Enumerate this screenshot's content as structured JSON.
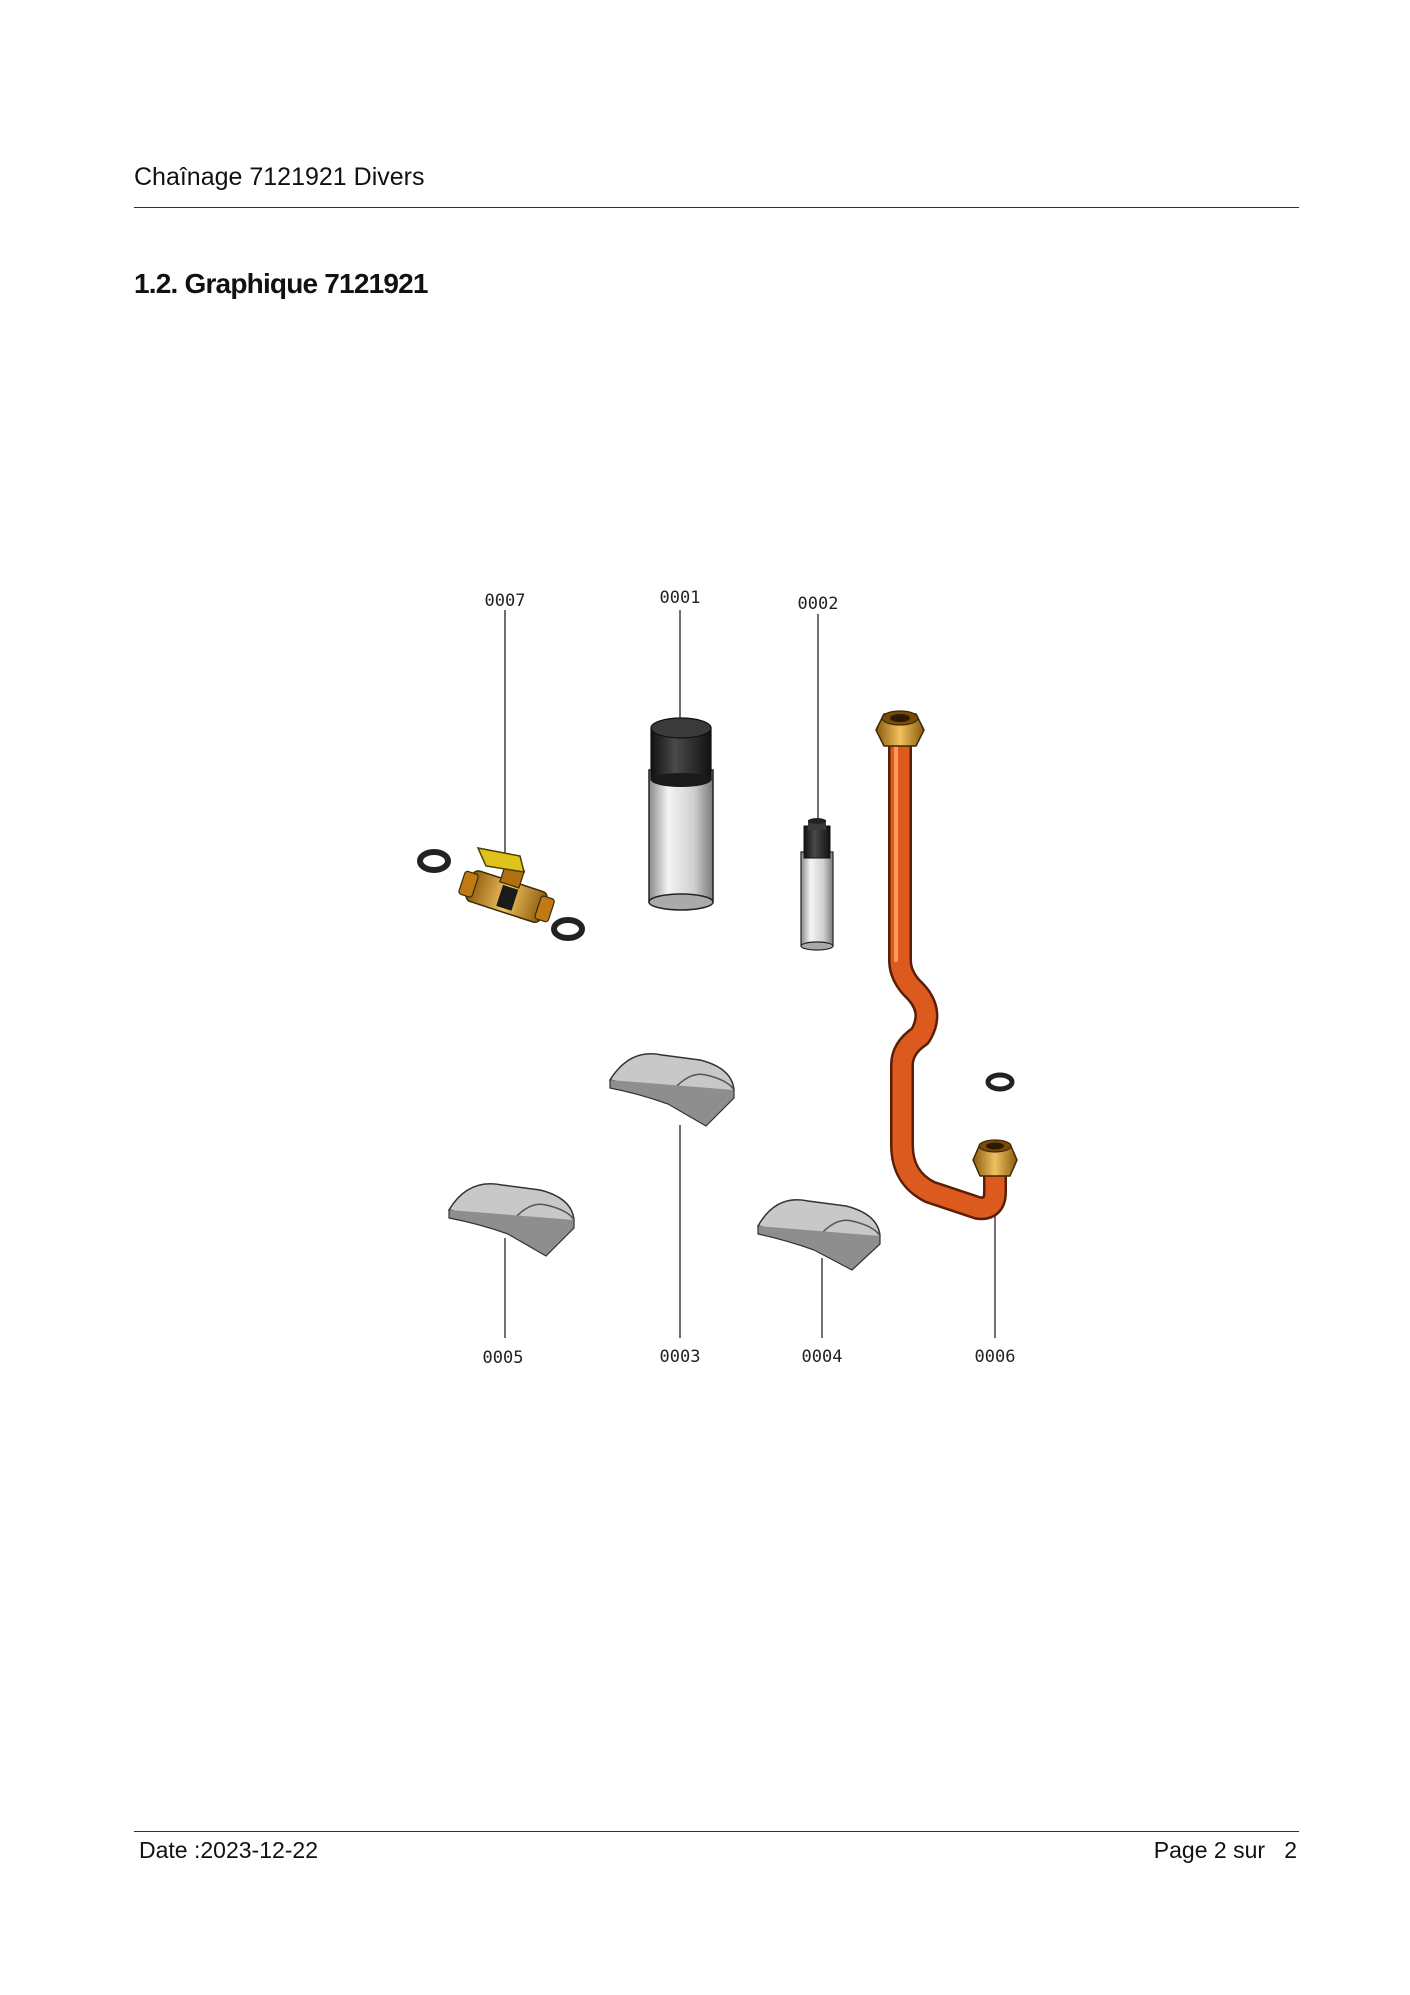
{
  "header": {
    "title": "Chaînage 7121921 Divers"
  },
  "section": {
    "heading": "1.2. Graphique 7121921"
  },
  "diagram": {
    "labels": [
      "0007",
      "0001",
      "0002",
      "0005",
      "0003",
      "0004",
      "0006"
    ],
    "colors": {
      "copper": "#dd5a1e",
      "brass": "#c98a1e",
      "lever": "#e0c21a",
      "can_body": "#d9d9d9",
      "can_cap": "#2e2e2e",
      "gasket": "#222222",
      "clip": "#bdbdbd"
    }
  },
  "footer": {
    "date": "Date :2023-12-22",
    "page": "Page 2 sur   2"
  }
}
